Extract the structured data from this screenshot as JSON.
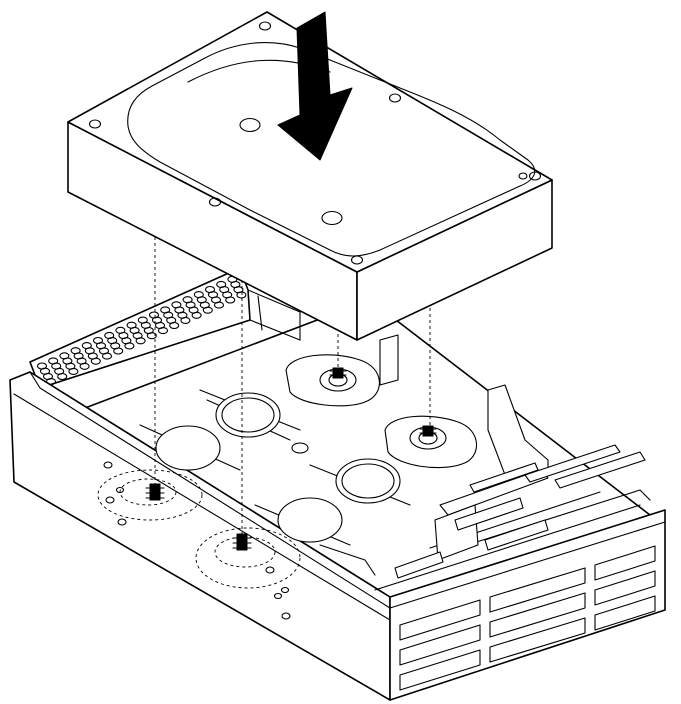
{
  "diagram": {
    "colors": {
      "line": "#000000",
      "background": "#ffffff"
    },
    "components": [
      "hard-disk-drive",
      "drive-bracket",
      "insertion-arrow",
      "mounting-studs",
      "alignment-guides"
    ]
  }
}
